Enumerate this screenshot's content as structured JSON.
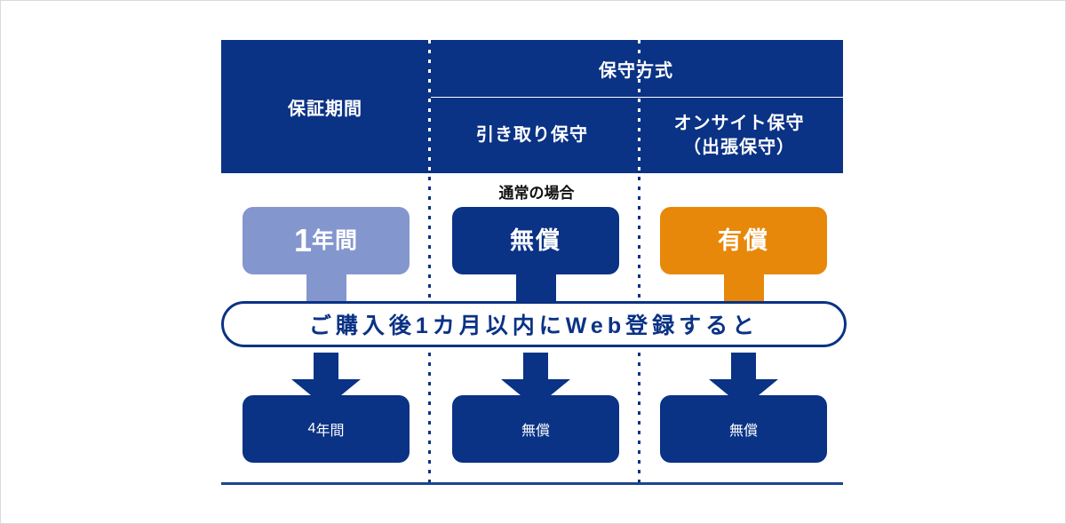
{
  "colors": {
    "navy": "#0a3285",
    "light_blue": "#8496ce",
    "orange": "#e8880a",
    "rule_blue": "#1b4491",
    "text_white": "#ffffff",
    "text_black": "#111111"
  },
  "header": {
    "warranty_period_label": "保証期間",
    "maintenance_method_title": "保守方式",
    "columns": [
      {
        "label": "引き取り保守"
      },
      {
        "label_line1": "オンサイト保守",
        "label_line2": "（出張保守）"
      }
    ]
  },
  "note": {
    "normal_case": "通常の場合"
  },
  "row_default": {
    "warranty": {
      "number": "1",
      "unit": "年間"
    },
    "carry_in": {
      "value": "無償"
    },
    "onsite": {
      "value": "有償"
    }
  },
  "banner": {
    "text": "ご購入後1カ月以内にWeb登録すると"
  },
  "row_registered": {
    "warranty": {
      "number": "4",
      "unit": "年間"
    },
    "carry_in": {
      "value": "無償"
    },
    "onsite": {
      "value": "無償"
    }
  }
}
